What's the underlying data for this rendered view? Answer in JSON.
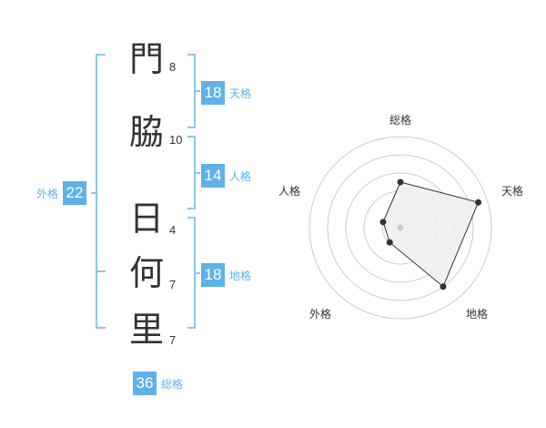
{
  "name": {
    "characters": [
      {
        "char": "門",
        "strokes": "8"
      },
      {
        "char": "脇",
        "strokes": "10"
      },
      {
        "char": "日",
        "strokes": "4"
      },
      {
        "char": "何",
        "strokes": "7"
      },
      {
        "char": "里",
        "strokes": "7"
      }
    ]
  },
  "fortune": {
    "tenkaku": {
      "value": "18",
      "label": "天格"
    },
    "jinkaku": {
      "value": "14",
      "label": "人格"
    },
    "chikaku": {
      "value": "18",
      "label": "地格"
    },
    "gaikaku": {
      "value": "22",
      "label": "外格"
    },
    "soukaku": {
      "value": "36",
      "label": "総格"
    }
  },
  "radar": {
    "axis_labels": {
      "total": "総格",
      "heaven": "天格",
      "earth": "地格",
      "outer": "外格",
      "person": "人格"
    },
    "levels": [
      0.5,
      0.9,
      0.8,
      0.2,
      0.2
    ],
    "fill_color": "#eeeeee",
    "line_color": "#333333",
    "grid_color": "#cccccc",
    "accent_color": "#5eb2e8"
  }
}
